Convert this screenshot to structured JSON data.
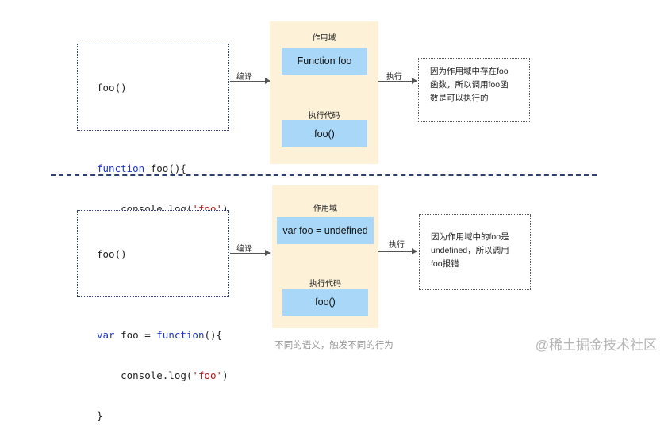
{
  "top": {
    "code": {
      "line1": "foo()",
      "line2_kw": "function",
      "line2_rest": " foo(){",
      "line3_pre": "    console.log(",
      "line3_str": "'foo'",
      "line3_post": ")",
      "line4": "}"
    },
    "compile_label": "编译",
    "scope_label": "作用域",
    "scope_value": "Function foo",
    "exec_code_label": "执行代码",
    "exec_code_value": "foo()",
    "execute_label": "执行",
    "result_lines": [
      "因为作用域中存在foo",
      "函数，所以调用foo函",
      "数是可以执行的"
    ]
  },
  "bottom": {
    "code": {
      "line1": "foo()",
      "line2_kw1": "var",
      "line2_mid": " foo = ",
      "line2_kw2": "function",
      "line2_rest": "(){",
      "line3_pre": "    console.log(",
      "line3_str": "'foo'",
      "line3_post": ")",
      "line4": "}"
    },
    "compile_label": "编译",
    "scope_label": "作用域",
    "scope_value": "var foo = undefined",
    "exec_code_label": "执行代码",
    "exec_code_value": "foo()",
    "execute_label": "执行",
    "result_lines": [
      "因为作用域中的foo是",
      "undefined，所以调用",
      "foo报错"
    ]
  },
  "caption": "不同的语义，触发不同的行为",
  "watermark": "@稀土掘金技术社区",
  "colors": {
    "panel_bg": "#fdf1d8",
    "tag_bg": "#a8d7f8",
    "keyword": "#1d35c9",
    "string": "#b01818"
  }
}
